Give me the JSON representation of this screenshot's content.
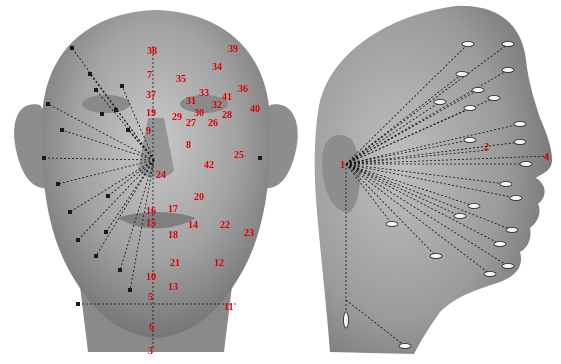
{
  "landmark_labels": [
    "38",
    "39",
    "34",
    "7",
    "35",
    "36",
    "37",
    "40",
    "41",
    "42",
    "33",
    "32",
    "31",
    "30",
    "29",
    "28",
    "27",
    "26",
    "25",
    "24",
    "23",
    "22",
    "21",
    "20",
    "19",
    "18",
    "17",
    "16",
    "15",
    "14",
    "13",
    "12",
    "11",
    "10",
    "9",
    "8",
    "6",
    "5",
    "4",
    "3",
    "2",
    "1"
  ],
  "colors": {
    "label": "#e00000",
    "line": "#111111",
    "skin": "#9a9a9a"
  }
}
